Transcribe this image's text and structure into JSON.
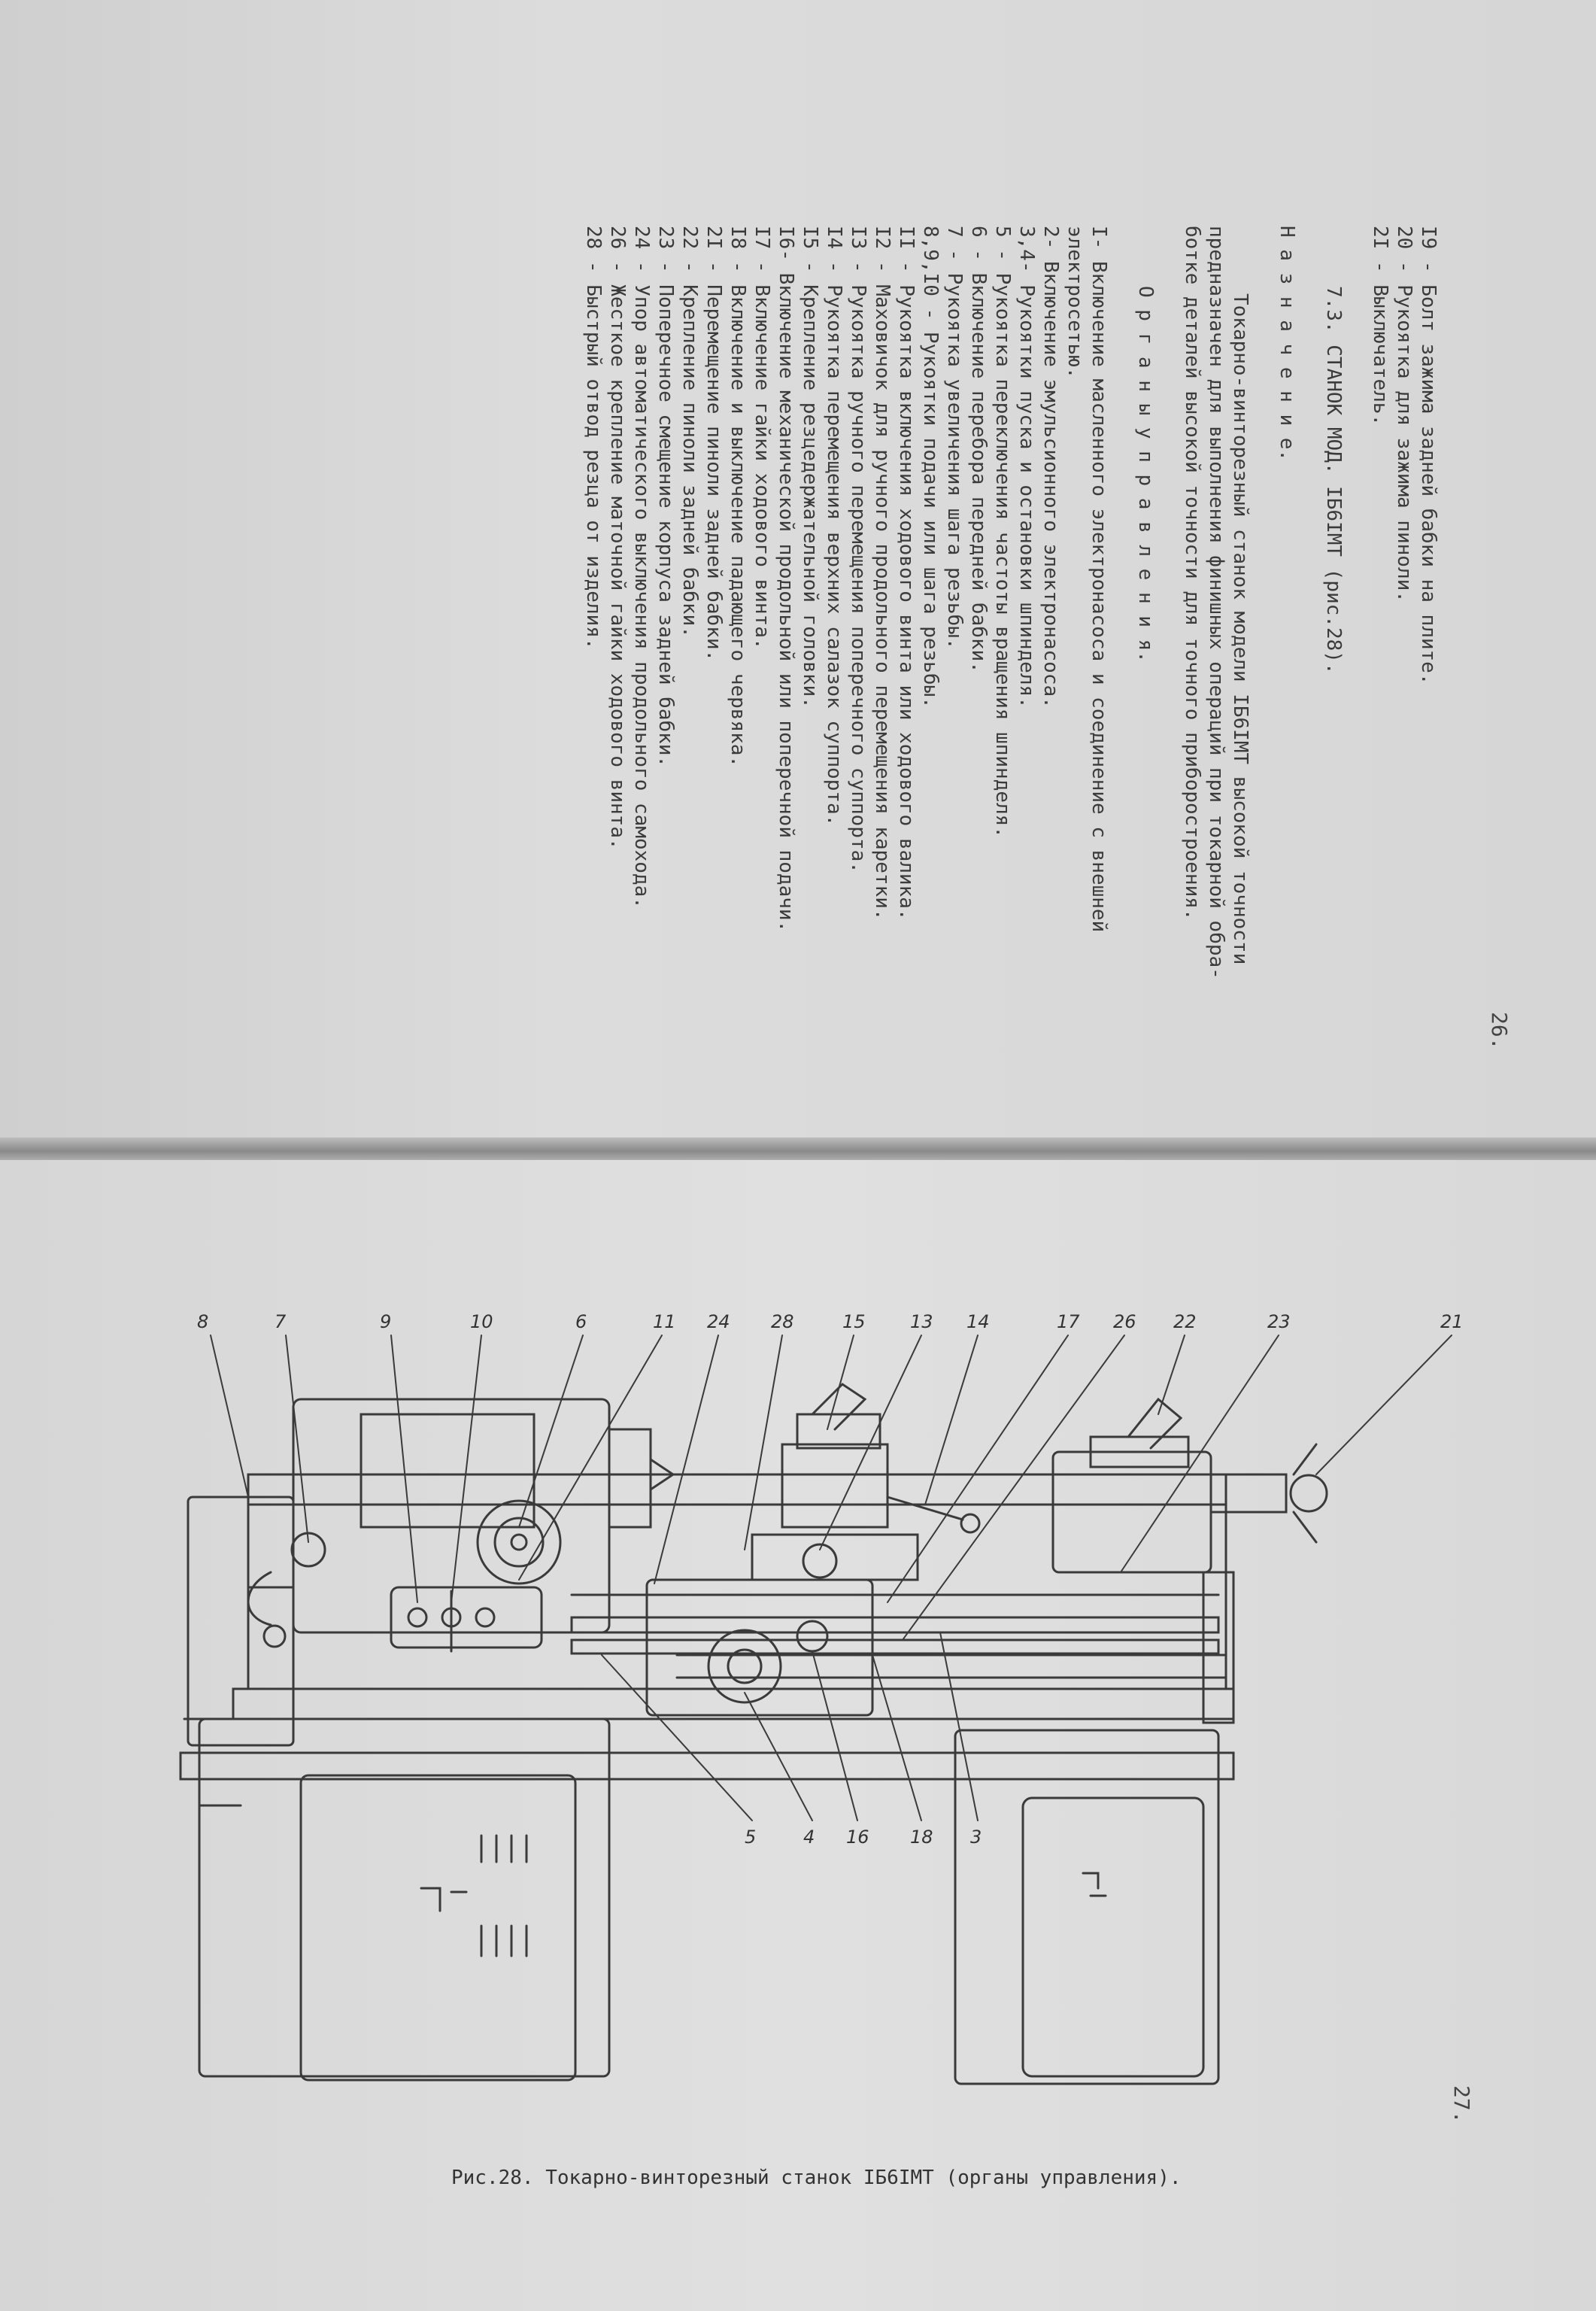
{
  "page_top": {
    "page_number": "26.",
    "lines": [
      {
        "text": "I9 - Болт зажима задней бабки на плите.",
        "style": "line"
      },
      {
        "text": "20 - Рукоятка для зажима пиноли.",
        "style": "line"
      },
      {
        "text": "2I - Выключатель.",
        "style": "line"
      },
      {
        "text": "",
        "style": "gap"
      },
      {
        "text": "7.3. СТАНОК МОД. IБ6IМТ (рис.28).",
        "style": "line center"
      },
      {
        "text": "",
        "style": "gap"
      },
      {
        "text": "Н а з н а ч е н и е.",
        "style": "line"
      },
      {
        "text": "",
        "style": "gap"
      },
      {
        "text": "Токарно-винторезный станок модели IБ6IМТ высокой точности",
        "style": "line indent"
      },
      {
        "text": "предназначен для выполнения финишных операций при токарной обра-",
        "style": "line"
      },
      {
        "text": "ботке деталей высокой точности для точного приборостроения.",
        "style": "line"
      },
      {
        "text": "",
        "style": "gap"
      },
      {
        "text": "О р г а н ы   у п р а в л е н и я.",
        "style": "line center"
      },
      {
        "text": "",
        "style": "gap"
      },
      {
        "text": "I- Включение масленного электронасоса и соединение с внешней",
        "style": "line"
      },
      {
        "text": "   электросетью.",
        "style": "line"
      },
      {
        "text": "2- Включение эмульсионного электронасоса.",
        "style": "line"
      },
      {
        "text": "3,4- Рукоятки пуска и остановки шпинделя.",
        "style": "line"
      },
      {
        "text": "5 - Рукоятка переключения частоты вращения шпинделя.",
        "style": "line"
      },
      {
        "text": "6 - Включение перебора передней бабки.",
        "style": "line"
      },
      {
        "text": "7 - Рукоятка увеличения шага резьбы.",
        "style": "line"
      },
      {
        "text": "8,9,I0 - Рукоятки подачи или шага резьбы.",
        "style": "line"
      },
      {
        "text": "II - Рукоятка включения ходового винта или ходового валика.",
        "style": "line"
      },
      {
        "text": "I2 - Маховичок для ручного продольного перемещения каретки.",
        "style": "line"
      },
      {
        "text": "I3 - Рукоятка ручного перемещения поперечного суппорта.",
        "style": "line"
      },
      {
        "text": "I4 - Рукоятка перемещения верхних салазок суппорта.",
        "style": "line"
      },
      {
        "text": "I5 - Крепление резцедержательной головки.",
        "style": "line"
      },
      {
        "text": "I6- Включение механической продольной или поперечной подачи.",
        "style": "line"
      },
      {
        "text": "I7 - Включение гайки ходового винта.",
        "style": "line"
      },
      {
        "text": "I8 - Включение и выключение падающего червяка.",
        "style": "line"
      },
      {
        "text": "2I - Перемещение пиноли задней бабки.",
        "style": "line"
      },
      {
        "text": "22 - Крепление пиноли задней бабки.",
        "style": "line"
      },
      {
        "text": "23 - Поперечное смещение корпуса задней бабки.",
        "style": "line"
      },
      {
        "text": "24 - Упор автоматического выключения продольного самохода.",
        "style": "line"
      },
      {
        "text": "26 - Жесткое крепление маточной гайки ходового винта.",
        "style": "line"
      },
      {
        "text": "28 - Быстрый отвод резца от изделия.",
        "style": "line"
      }
    ]
  },
  "page_bottom": {
    "page_number": "27.",
    "caption": "Рис.28. Токарно-винторезный станок IБ6IМТ (органы управления).",
    "callouts": {
      "c8": "8",
      "c7": "7",
      "c9": "9",
      "c10": "10",
      "c6": "6",
      "c11": "11",
      "c24": "24",
      "c28": "28",
      "c15": "15",
      "c13": "13",
      "c14": "14",
      "c17": "17",
      "c26": "26",
      "c22": "22",
      "c23": "23",
      "c21": "21",
      "c5": "5",
      "c4": "4",
      "c16": "16",
      "c18": "18",
      "c3": "3"
    }
  }
}
